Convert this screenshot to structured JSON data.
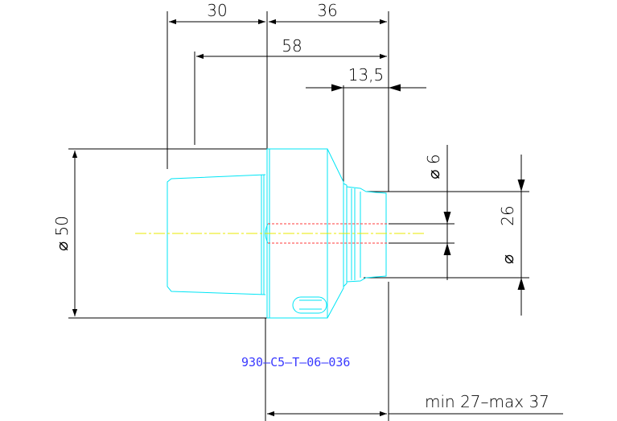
{
  "drawing": {
    "colors": {
      "dimension": "#000000",
      "outline": "#00e5f5",
      "centerline": "#e8e800",
      "bore": "#ff3b3b",
      "code": "#3a3aff",
      "background": "#ffffff"
    },
    "dimensions": {
      "d30": "30",
      "d36": "36",
      "d58": "58",
      "d13_5": "13,5",
      "dia50": "⌀ 50",
      "dia6": "⌀ 6",
      "dia26": "26",
      "dia26_prefix": "⌀",
      "range": "min 27–max 37"
    },
    "part_code": "930–C5–T–06–036"
  }
}
